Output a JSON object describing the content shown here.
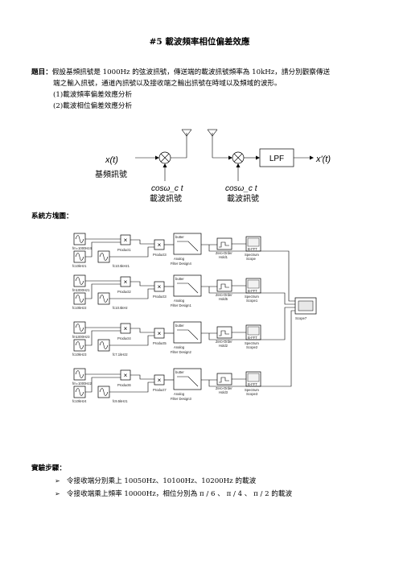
{
  "title": "#5  載波頻率相位偏差效應",
  "problem": {
    "label": "題目：",
    "line1": "假設基頻訊號是 1000Hz 的弦波訊號，傳送端的載波訊號頻率為 10kHz，請分別觀察傳送",
    "line2": "端之輸入訊號，通道內訊號以及接收端之輸出訊號在時域以及頻域的波形。",
    "items": [
      "(1)載波頻率偏差效應分析",
      "(2)載波相位偏差效應分析"
    ]
  },
  "diagram": {
    "input_signal": "x(t)",
    "input_label": "基頻訊號",
    "carrier_tx": "cosω_c t",
    "carrier_tx_label": "載波訊號",
    "carrier_rx": "cosω_c t",
    "carrier_rx_label": "載波訊號",
    "filter": "LPF",
    "output_signal": "x'(t)"
  },
  "system_label": "系統方塊圖：",
  "simulink": {
    "rows": [
      {
        "src1": "fm=1000Hz4",
        "src2": "fc10kHz1",
        "prod1": "Product1",
        "prod1_sub": "fc10.5kHz1",
        "prod2": "Product3",
        "filter_top": "butter",
        "filter": "Analog Filter Design4",
        "zoh": "Zero-Order Hold1",
        "scope": "Spectrum Scope"
      },
      {
        "src1": "fm1000Hz1",
        "src2": "fc10kHz2",
        "prod1": "Product2",
        "prod1_sub": "fc10.5kHz",
        "prod2": "Product3",
        "filter_top": "butter",
        "filter": "Analog Filter Design1",
        "zoh": "Zero-Order Hold5",
        "scope": "Spectrum Scope1"
      },
      {
        "src1": "fm1000Hz3",
        "src2": "fc10kHz3",
        "prod1": "Product4",
        "prod1_sub": "fc7.1kHz2",
        "prod2": "Product5",
        "filter_top": "butter",
        "filter": "Analog Filter Design2",
        "zoh": "Zero-Order Hold2",
        "scope": "Spectrum Scope2"
      },
      {
        "src1": "fm=1000Hz2",
        "src2": "fc10kHz4",
        "prod1": "Product6",
        "prod1_sub": "fc9.5kHz1",
        "prod2": "Product7",
        "filter_top": "butter",
        "filter": "Analog Filter Design3",
        "zoh": "Zero-Order Hold3",
        "scope": "Spectrum Scope3"
      }
    ],
    "scope7": "Scope7",
    "fft": "B-FFT",
    "multiply_symbol": "×"
  },
  "steps": {
    "label": "實驗步驟：",
    "items": [
      "令接收端分別乘上 10050Hz、10100Hz、10200Hz 的載波",
      "令接收端乘上頻率 10000Hz，相位分別為 π / 6 、 π / 4 、 π / 2 的載波"
    ]
  }
}
